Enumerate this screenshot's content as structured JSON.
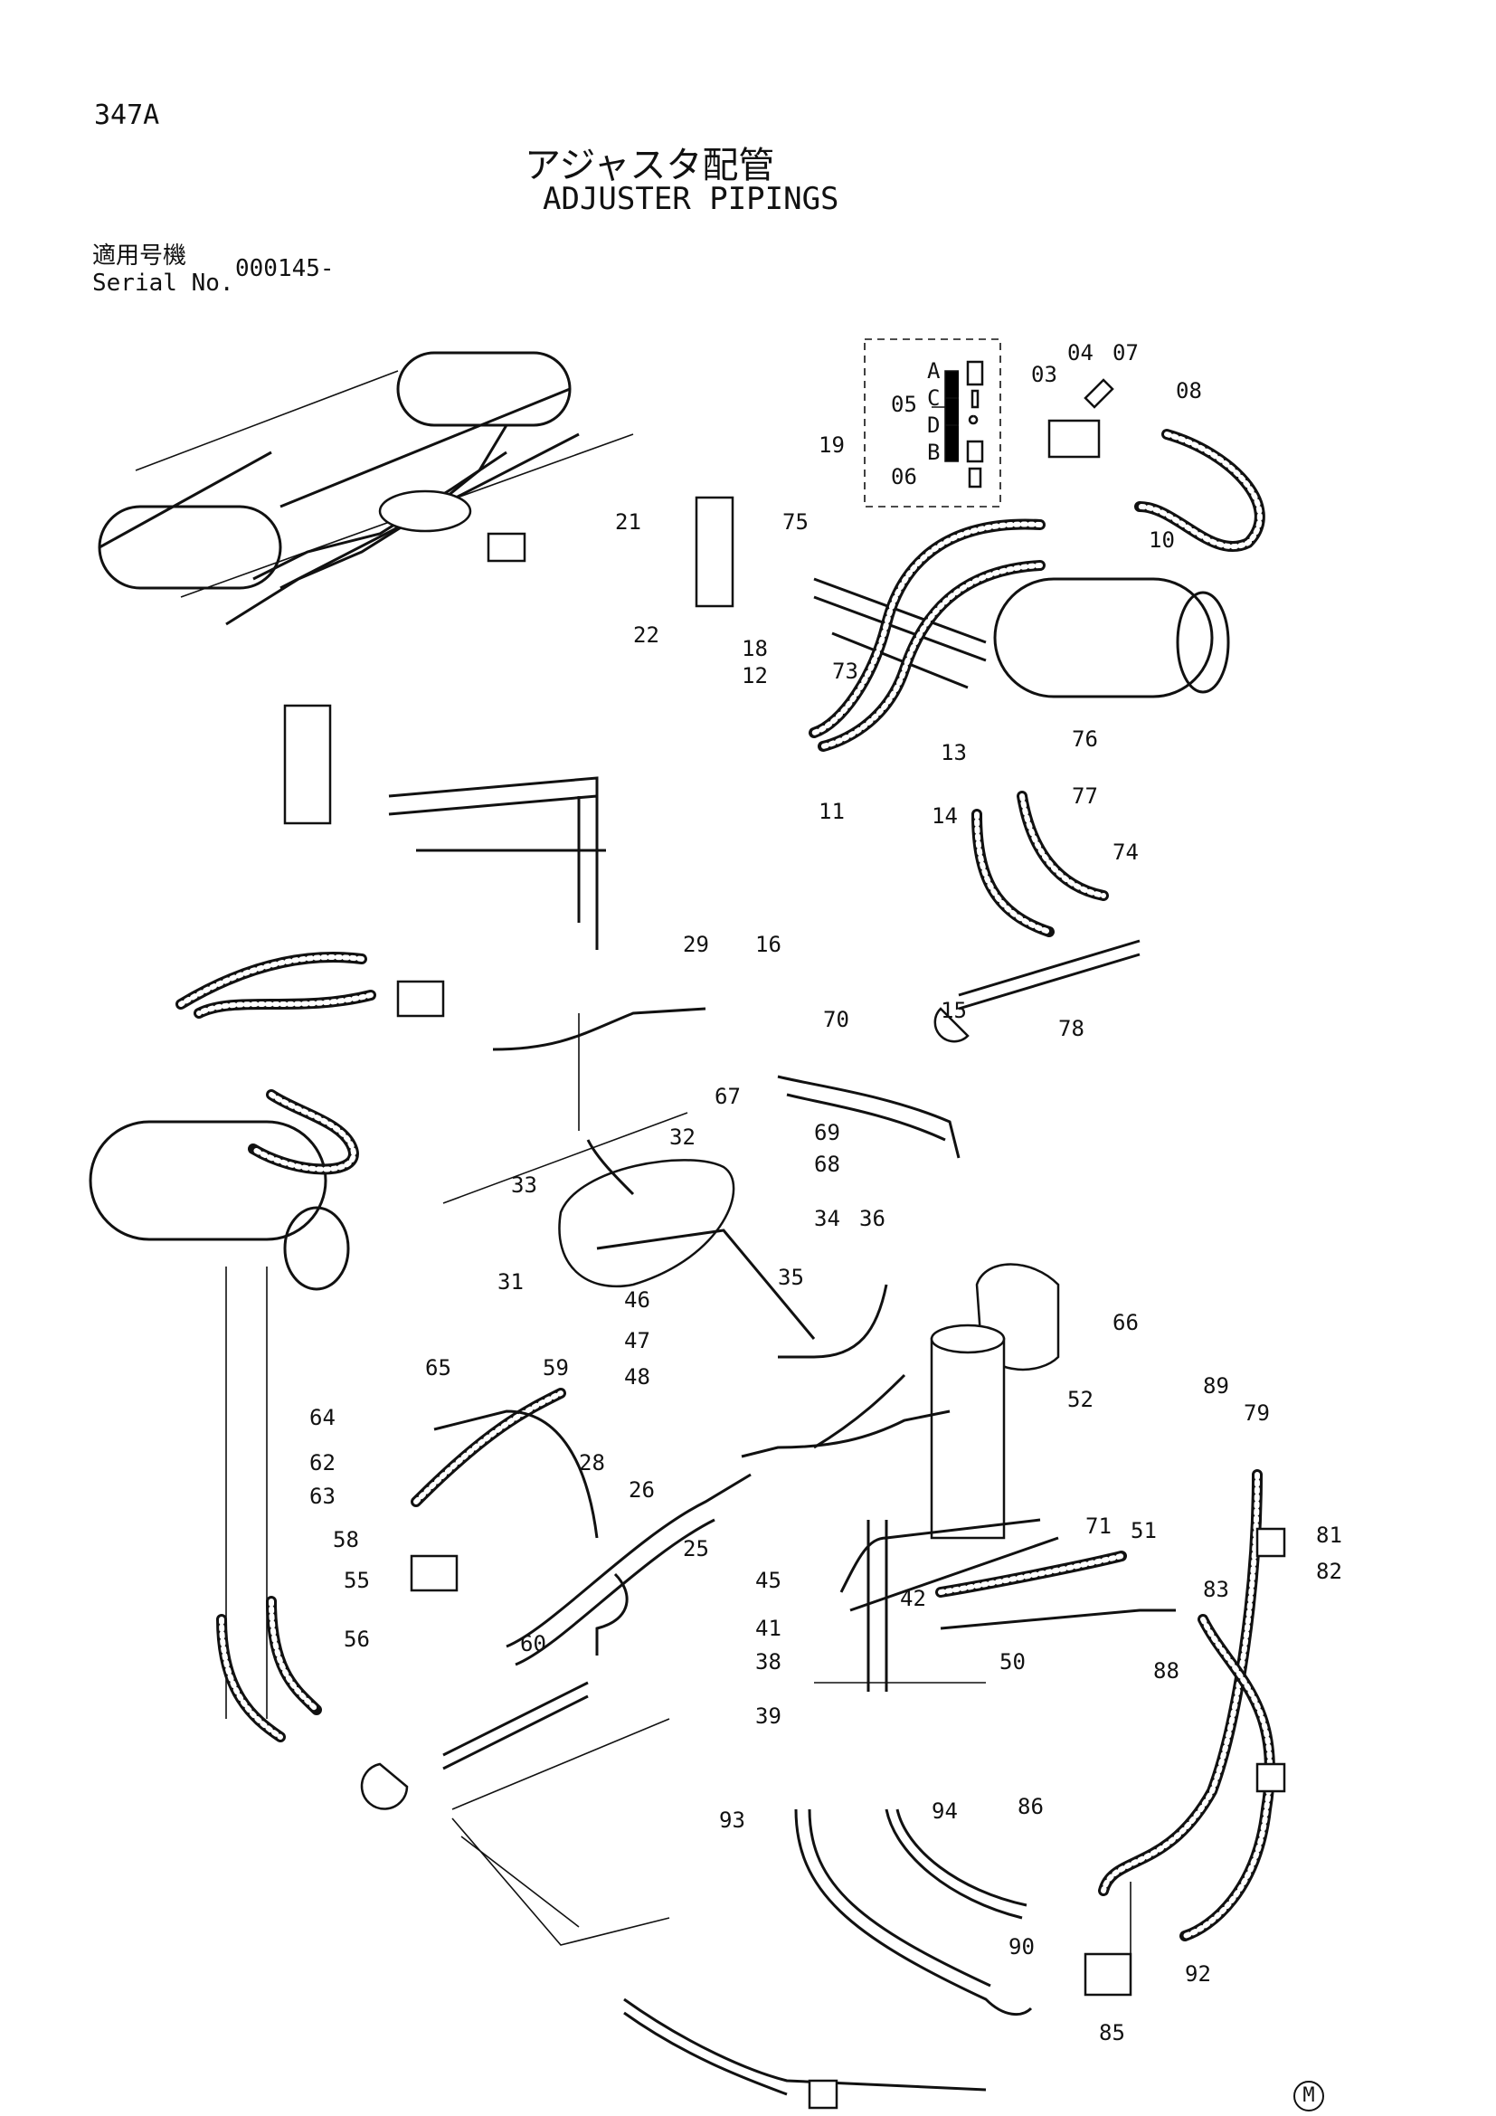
{
  "header": {
    "page_number": "347A",
    "title_ja": "アジャスタ配管",
    "title_en": "ADJUSTER PIPINGS",
    "applicable_label": "適用号機",
    "serial_label": "Serial No.",
    "serial_value": "000145-"
  },
  "detail_labels": [
    "A",
    "C",
    "D",
    "B"
  ],
  "footer_mark": "M",
  "callouts": [
    "03",
    "04",
    "05",
    "06",
    "07",
    "08",
    "10",
    "11",
    "12",
    "13",
    "14",
    "15",
    "16",
    "18",
    "19",
    "21",
    "22",
    "25",
    "26",
    "28",
    "29",
    "31",
    "32",
    "33",
    "34",
    "35",
    "36",
    "38",
    "39",
    "41",
    "42",
    "45",
    "46",
    "47",
    "48",
    "50",
    "51",
    "52",
    "55",
    "56",
    "58",
    "59",
    "60",
    "62",
    "63",
    "64",
    "65",
    "66",
    "67",
    "68",
    "69",
    "70",
    "71",
    "73",
    "74",
    "75",
    "76",
    "77",
    "78",
    "79",
    "81",
    "82",
    "83",
    "85",
    "86",
    "88",
    "89",
    "90",
    "92",
    "93",
    "94"
  ]
}
